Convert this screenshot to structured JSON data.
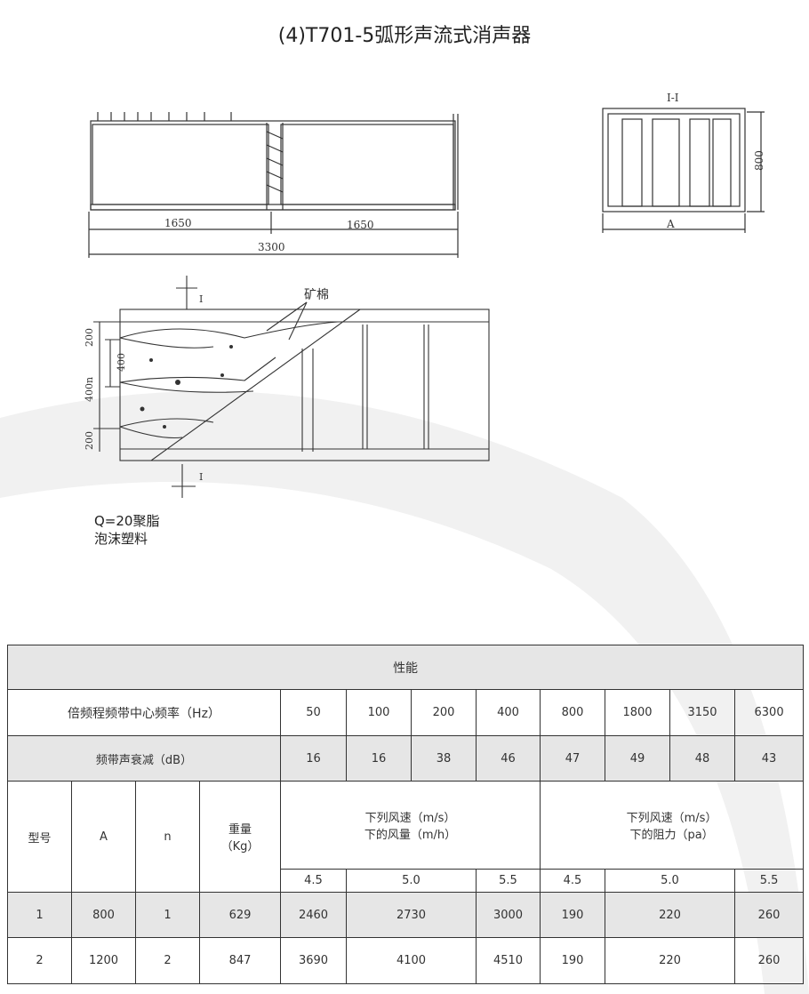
{
  "title": "(4)T701-5弧形声流式消声器",
  "drawing": {
    "side_dims": {
      "left": "1650",
      "right": "1650",
      "total": "3300"
    },
    "section": {
      "label": "I-I",
      "height": "800",
      "width": "A"
    },
    "plan": {
      "section_mark_top": "I",
      "section_mark_bottom": "I",
      "material_label": "矿棉",
      "dim_200_top": "200",
      "dim_400": "400",
      "dim_400n": "400n",
      "dim_200_bottom": "200"
    },
    "note_line1": "Q=20聚脂",
    "note_line2": "泡沫塑料"
  },
  "table": {
    "header": "性能",
    "freq_label": "倍频程频带中心频率（Hz）",
    "freqs": [
      "50",
      "100",
      "200",
      "400",
      "800",
      "1800",
      "3150",
      "6300"
    ],
    "atten_label": "频带声衰减（dB）",
    "attens": [
      "16",
      "16",
      "38",
      "46",
      "47",
      "49",
      "48",
      "43"
    ],
    "col_model": "型号",
    "col_a": "A",
    "col_n": "n",
    "col_weight_1": "重量",
    "col_weight_2": "（Kg）",
    "airflow_1": "下列风速（m/s）",
    "airflow_2": "下的风量（m/h）",
    "resist_1": "下列风速（m/s）",
    "resist_2": "下的阻力（pa）",
    "speeds": [
      "4.5",
      "5.0",
      "5.5",
      "4.5",
      "5.0",
      "5.5"
    ],
    "rows": [
      {
        "model": "1",
        "a": "800",
        "n": "1",
        "weight": "629",
        "flow": [
          "2460",
          "2730",
          "3000"
        ],
        "resist": [
          "190",
          "220",
          "260"
        ]
      },
      {
        "model": "2",
        "a": "1200",
        "n": "2",
        "weight": "847",
        "flow": [
          "3690",
          "4100",
          "4510"
        ],
        "resist": [
          "190",
          "220",
          "260"
        ]
      }
    ]
  }
}
